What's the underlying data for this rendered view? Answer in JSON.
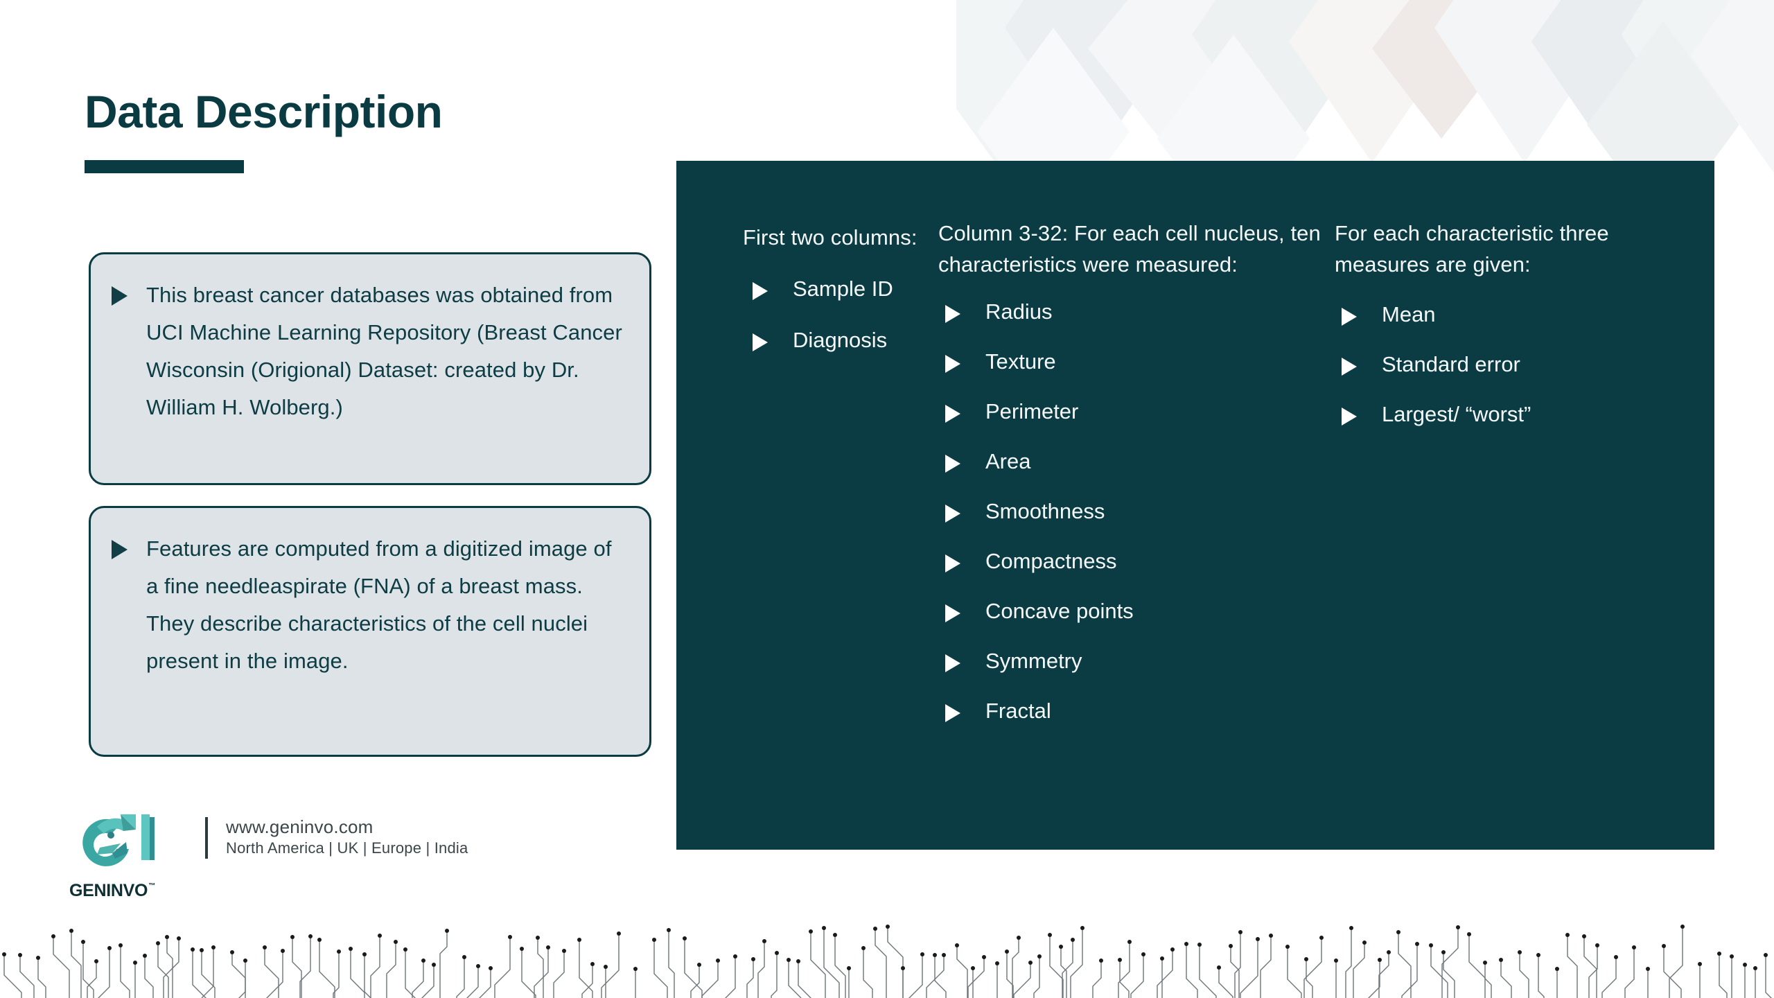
{
  "slide": {
    "title": "Data Description"
  },
  "cards": [
    {
      "bullet_icon": "triangle-right-icon",
      "text": "This breast cancer databases was obtained from UCI Machine Learning Repository (Breast Cancer Wisconsin (Origional) Dataset: created by Dr. William H. Wolberg.)"
    },
    {
      "bullet_icon": "triangle-right-icon",
      "text": "Features are computed from a digitized image of a fine needleaspirate (FNA) of a breast mass. They describe characteristics of the cell nuclei present in the image."
    }
  ],
  "panel": {
    "columns": [
      {
        "heading": "First two columns:",
        "items": [
          "Sample ID",
          "Diagnosis"
        ]
      },
      {
        "heading": "Column 3-32: For each cell nucleus,  ten characteristics were measured:",
        "items": [
          "Radius",
          "Texture",
          "Perimeter",
          "Area",
          "Smoothness",
          "Compactness",
          "Concave points",
          "Symmetry",
          "Fractal"
        ]
      },
      {
        "heading": "For each characteristic three measures are given:",
        "items": [
          "Mean",
          "Standard error",
          "Largest/ “worst”"
        ]
      }
    ]
  },
  "footer": {
    "logo_name": "GENINVO",
    "logo_tm": "™",
    "url": "www.geninvo.com",
    "regions": "North America | UK | Europe | India"
  },
  "colors": {
    "brand_dark": "#0b3c44",
    "card_fill": "#dde3e6",
    "panel_bg": "#0b3c44",
    "logo_teal": "#4fb3ae",
    "text_dark": "#0d3c44",
    "text_light": "#f5f9f9"
  }
}
